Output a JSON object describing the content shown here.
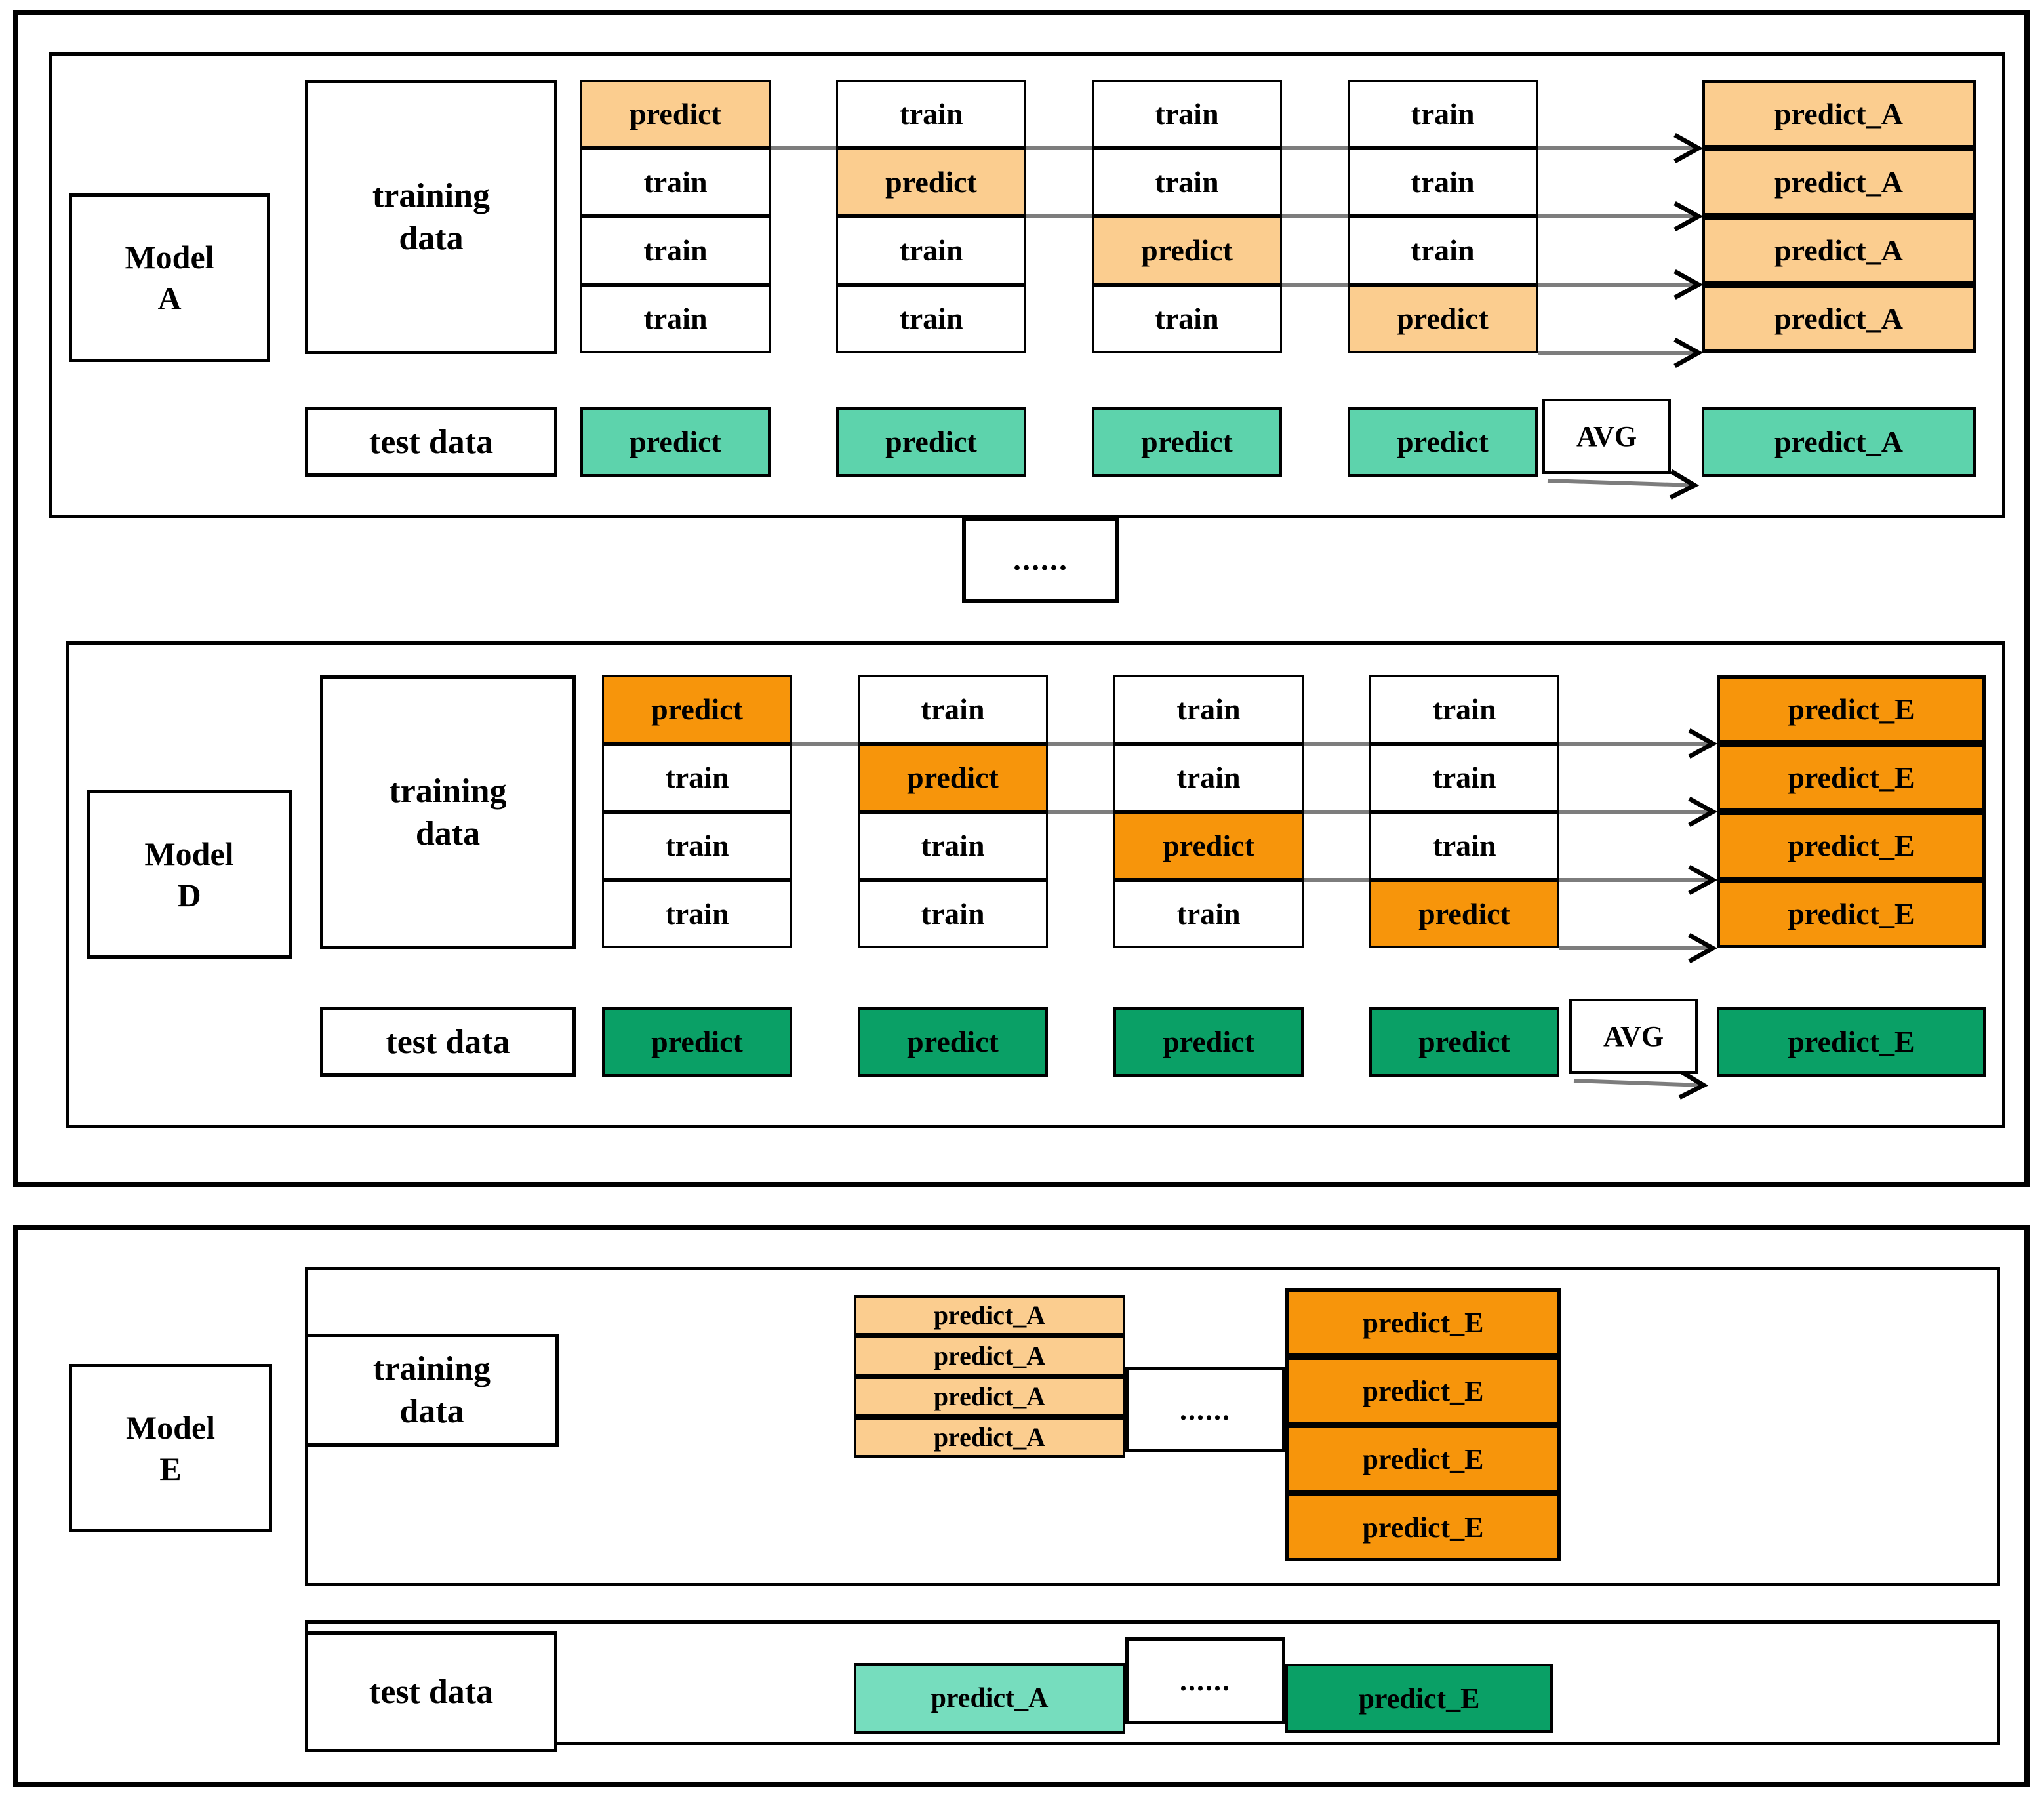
{
  "colors": {
    "tan": "#FBCD8F",
    "orange": "#F7950B",
    "teal": "#5DD3AC",
    "light_teal": "#76DDBE",
    "dark_green": "#0AA066",
    "arrow_gray": "#7D7D7D",
    "border_black": "#000000"
  },
  "divider_dots": "......",
  "a": {
    "model": [
      "Model",
      "A"
    ],
    "training": [
      "training",
      "data"
    ],
    "test": "test data",
    "avg": "AVG",
    "grid": [
      [
        "predict",
        "train",
        "train",
        "train"
      ],
      [
        "train",
        "predict",
        "train",
        "train"
      ],
      [
        "train",
        "train",
        "predict",
        "train"
      ],
      [
        "train",
        "train",
        "train",
        "predict"
      ]
    ],
    "stack": [
      "predict_A",
      "predict_A",
      "predict_A",
      "predict_A"
    ],
    "test_predict": [
      "predict",
      "predict",
      "predict",
      "predict"
    ],
    "result": "predict_A"
  },
  "d": {
    "model": [
      "Model",
      "D"
    ],
    "training": [
      "training",
      "data"
    ],
    "test": "test data",
    "avg": "AVG",
    "grid": [
      [
        "predict",
        "train",
        "train",
        "train"
      ],
      [
        "train",
        "predict",
        "train",
        "train"
      ],
      [
        "train",
        "train",
        "predict",
        "train"
      ],
      [
        "train",
        "train",
        "train",
        "predict"
      ]
    ],
    "stack": [
      "predict_E",
      "predict_E",
      "predict_E",
      "predict_E"
    ],
    "test_predict": [
      "predict",
      "predict",
      "predict",
      "predict"
    ],
    "result": "predict_E"
  },
  "e": {
    "model": [
      "Model",
      "E"
    ],
    "training": [
      "training",
      "data"
    ],
    "test": "test data",
    "stack_a": [
      "predict_A",
      "predict_A",
      "predict_A",
      "predict_A"
    ],
    "stack_e": [
      "predict_E",
      "predict_E",
      "predict_E",
      "predict_E"
    ],
    "train_dots": "......",
    "test_a": "predict_A",
    "test_dots": "......",
    "test_e": "predict_E"
  }
}
